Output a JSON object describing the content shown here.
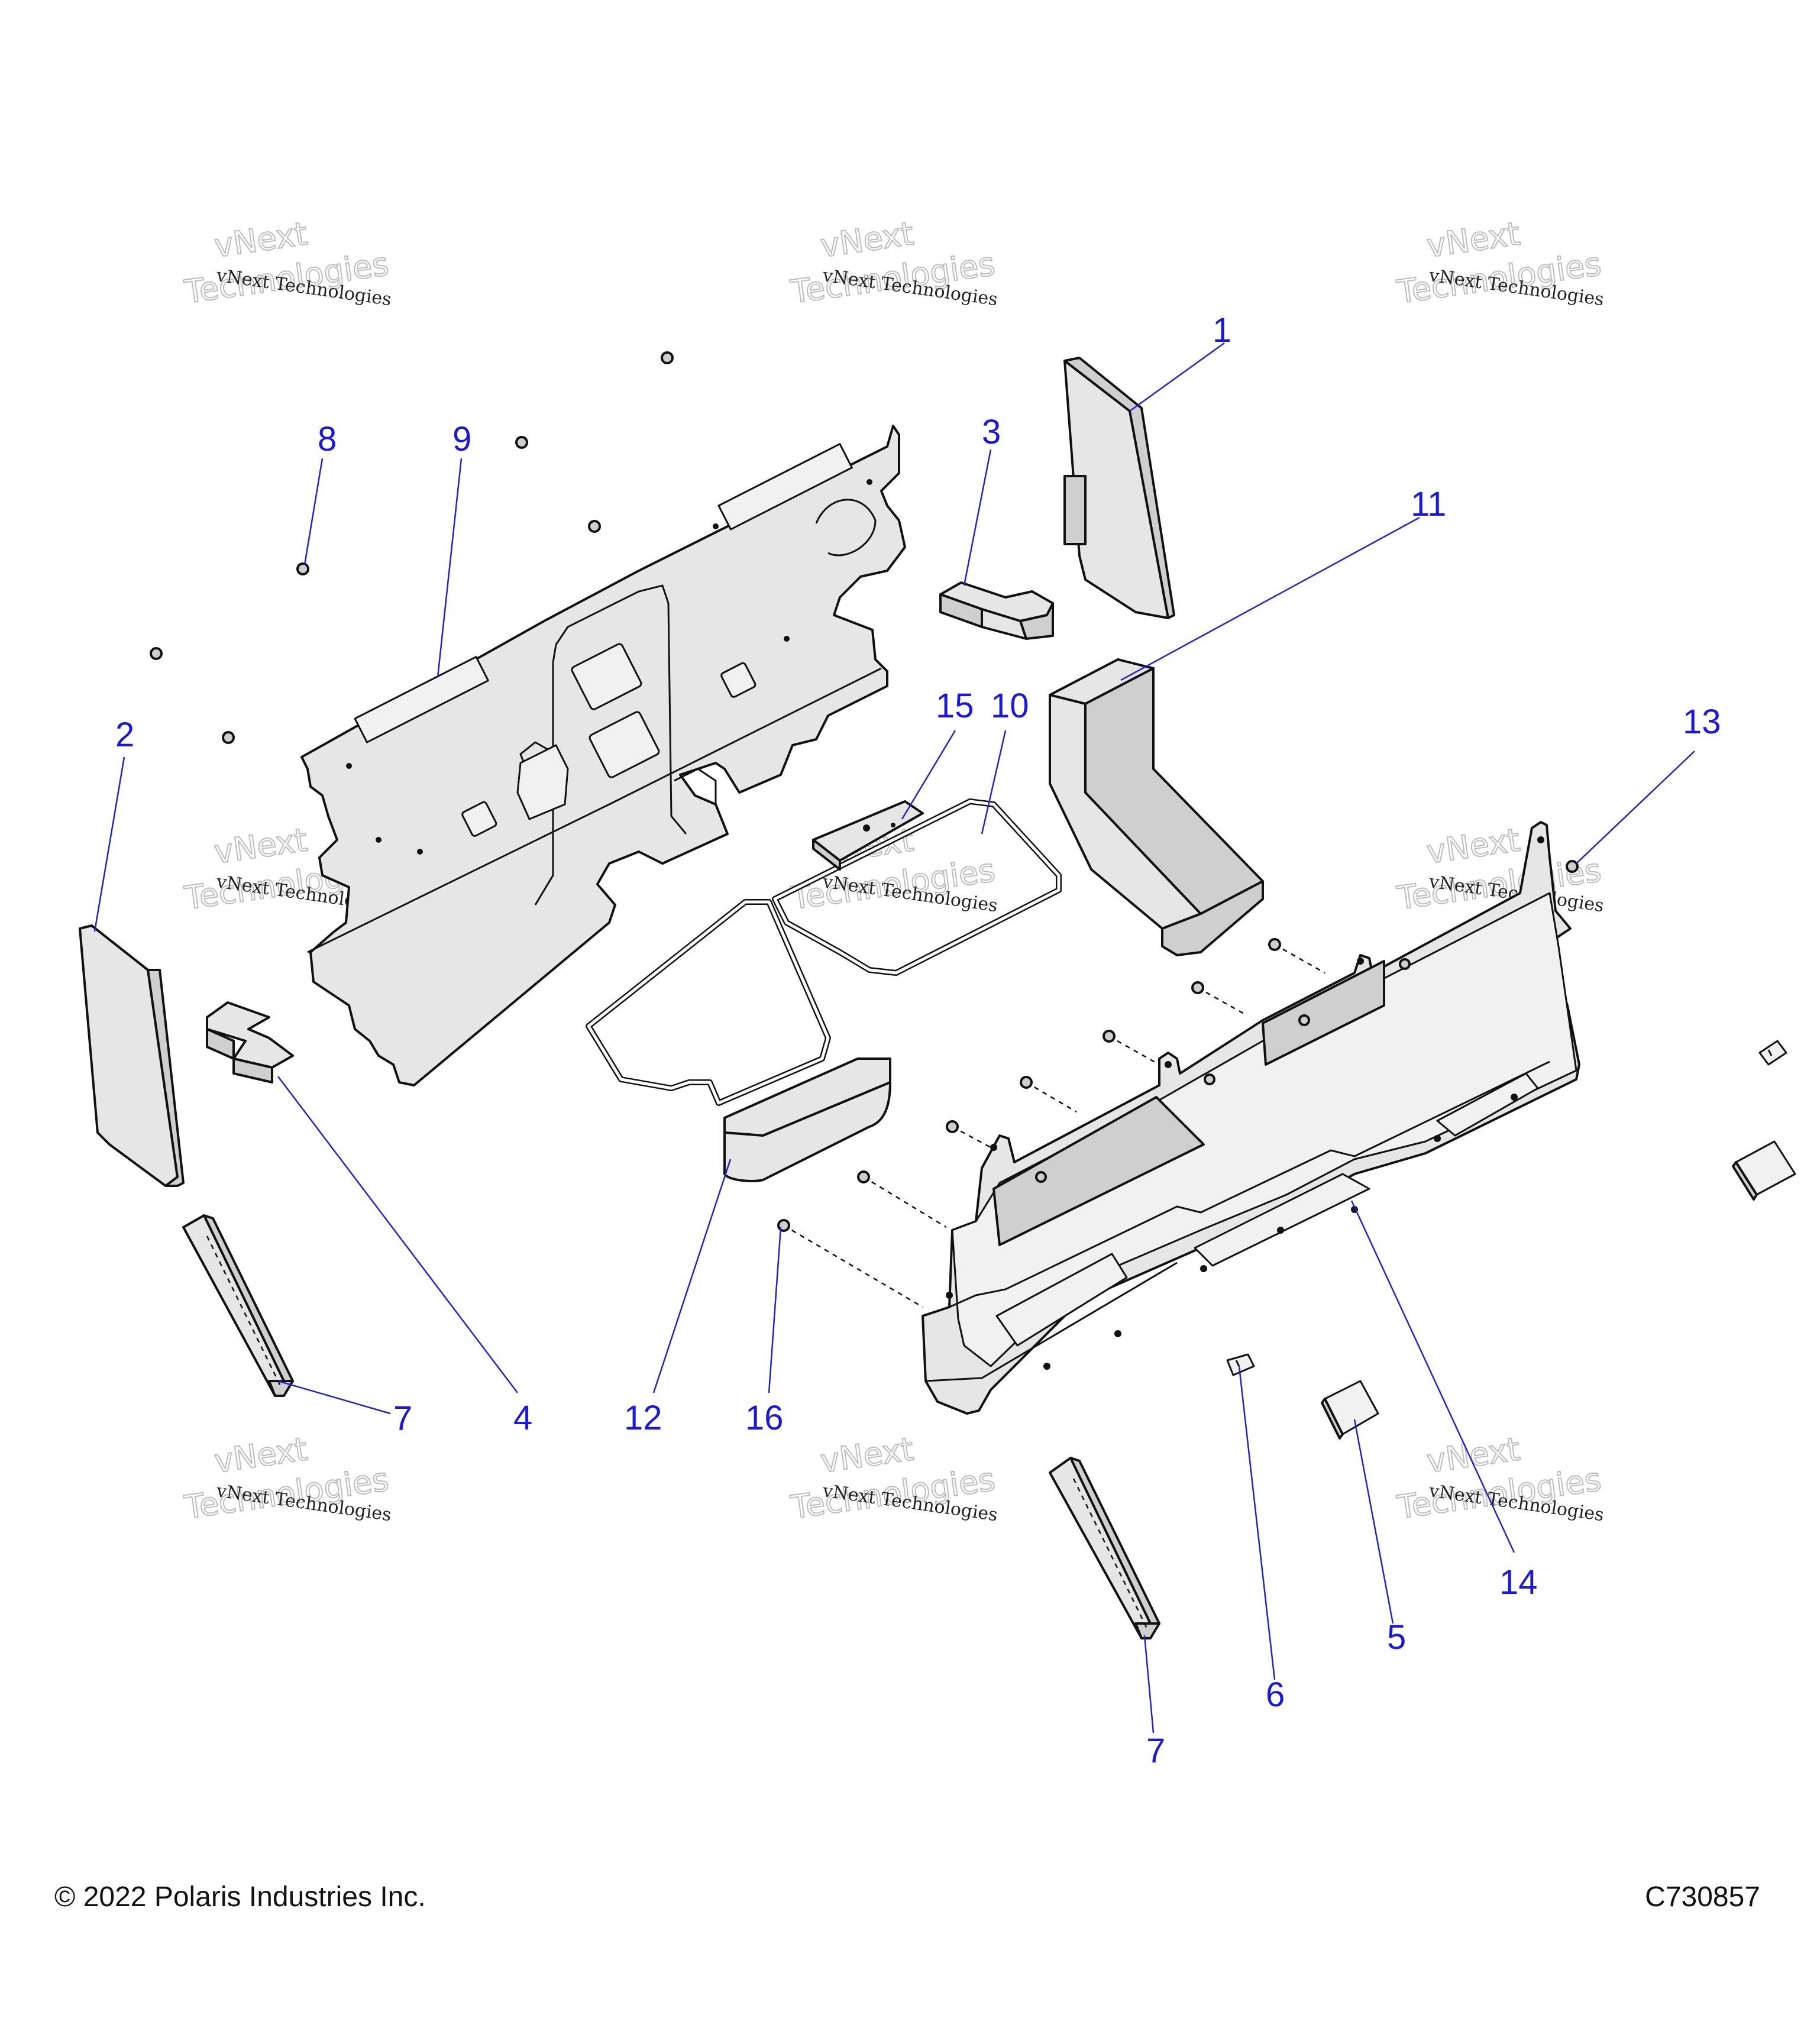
{
  "footer": {
    "copyright": "© 2022 Polaris Industries Inc.",
    "figure_code": "C730857"
  },
  "watermark": {
    "small_text": "vNext Technologies",
    "large_line1": "vNext",
    "large_line2": "Technologies"
  },
  "callouts": [
    "1",
    "2",
    "3",
    "4",
    "5",
    "6",
    "7",
    "7",
    "8",
    "9",
    "10",
    "11",
    "12",
    "13",
    "14",
    "15",
    "16"
  ]
}
